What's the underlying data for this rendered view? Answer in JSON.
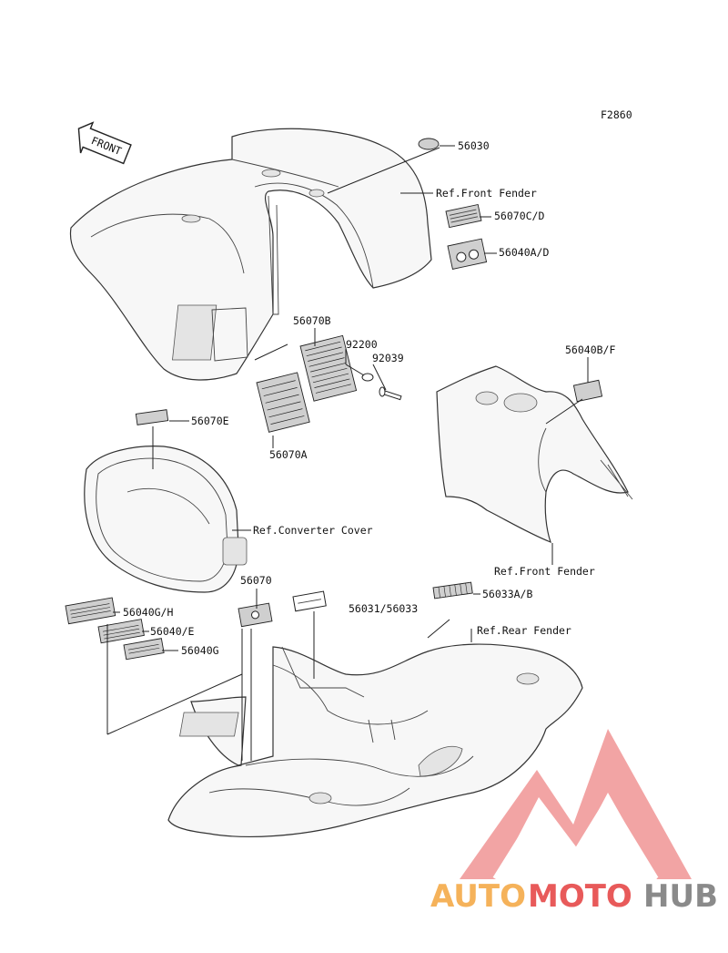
{
  "figure_code": "F2860",
  "front_arrow": "FRONT",
  "callouts": {
    "c56030": "56030",
    "c_ref_front_fender_top": "Ref.Front Fender",
    "c56070CD": "56070C/D",
    "c56040AD": "56040A/D",
    "c56070B": "56070B",
    "c92200": "92200",
    "c92039": "92039",
    "c56040BF": "56040B/F",
    "c56070E": "56070E",
    "c56070A": "56070A",
    "c_ref_converter": "Ref.Converter Cover",
    "c_ref_front_fender_bottom": "Ref.Front Fender",
    "c56070": "56070",
    "c56033AB": "56033A/B",
    "c56031_56033": "56031/56033",
    "c56040GH": "56040G/H",
    "c56040E": "56040/E",
    "c56040G": "56040G",
    "c_ref_rear_fender": "Ref.Rear Fender"
  },
  "watermark": {
    "part1": "AUTO",
    "part2": "MOTO",
    "part3": "HUB",
    "color_light": "#f5b25a",
    "color_red": "#e85a5a",
    "color_gray": "#8a8a8a"
  }
}
